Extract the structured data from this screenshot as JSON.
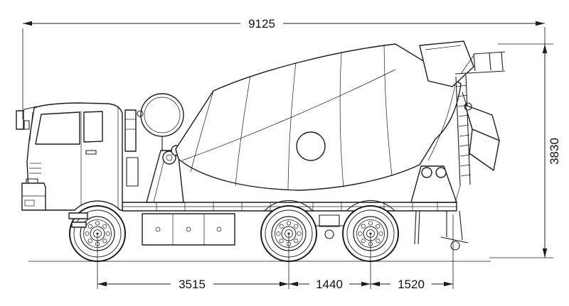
{
  "dimensions": {
    "overall_length": "9125",
    "overall_height": "3830",
    "front_axle_to_first_rear_axle": "3515",
    "rear_tandem_axle_spacing": "1440",
    "rear_axle_to_rear_point": "1520"
  },
  "colors": {
    "line": "#1c1c1c",
    "background": "#ffffff"
  }
}
